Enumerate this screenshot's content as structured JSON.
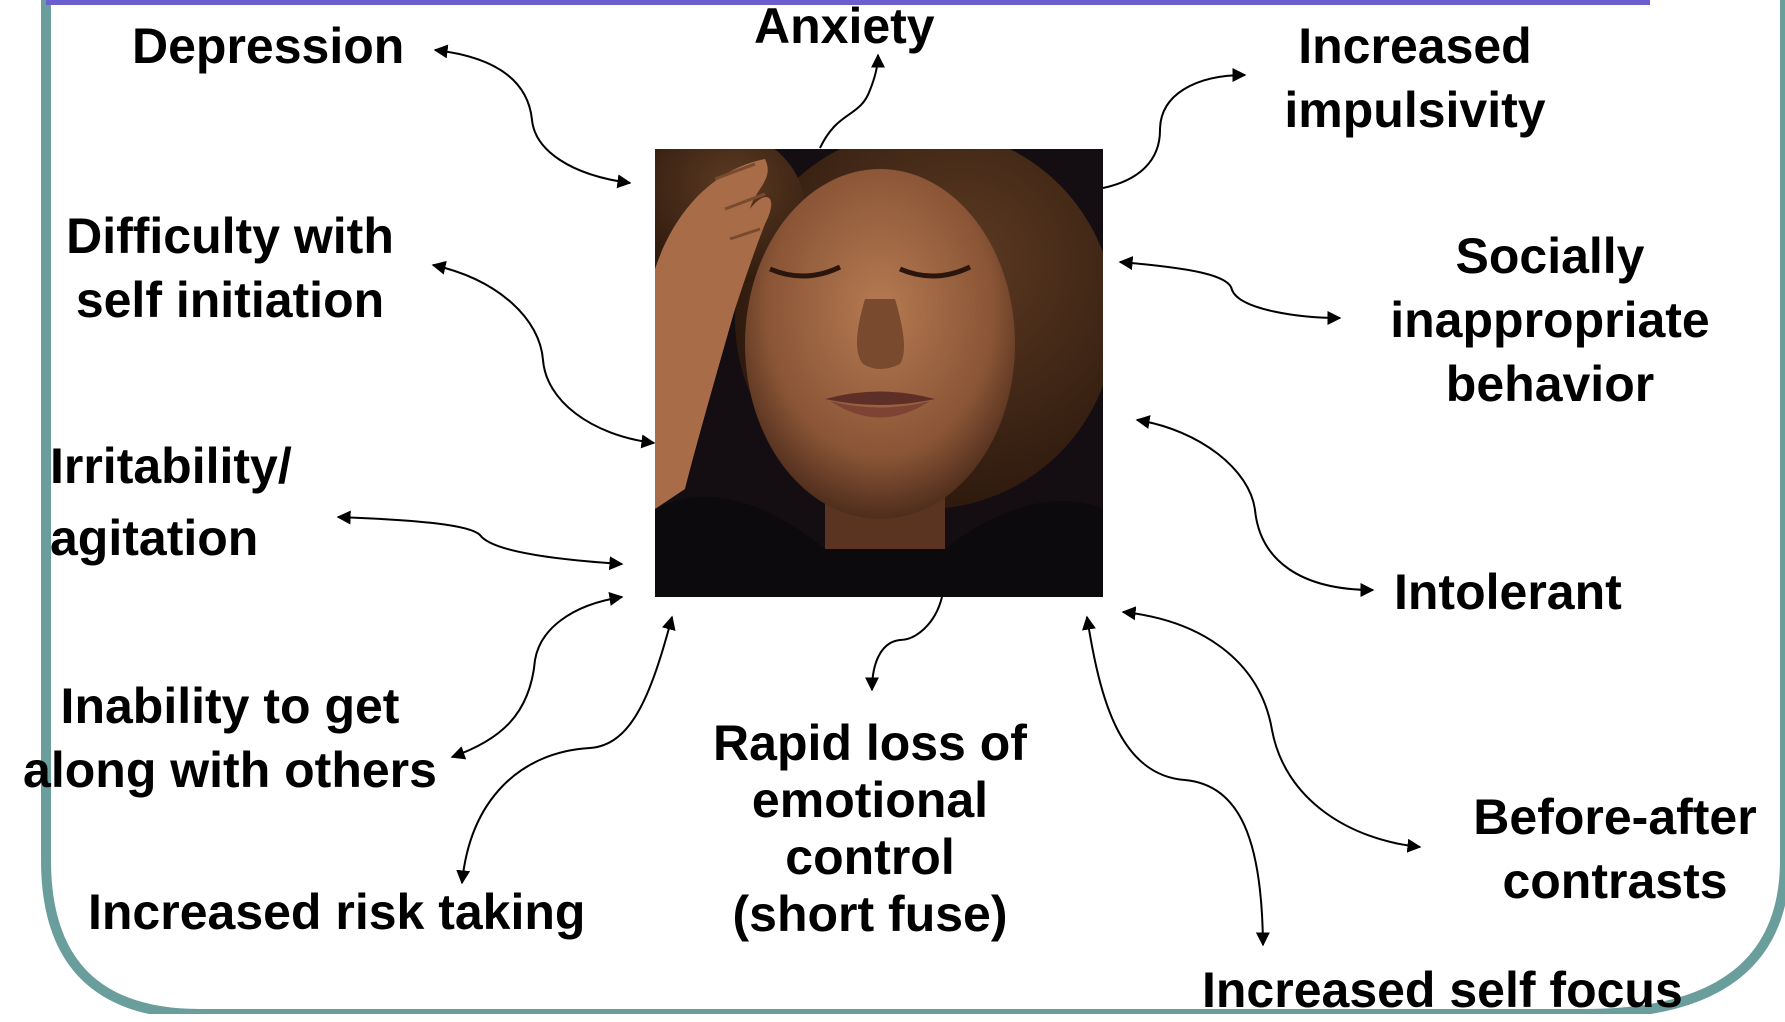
{
  "colors": {
    "frame": "#6a9e9c",
    "top_bar": "#6b5fcf",
    "arrow": "#000000",
    "text": "#000000"
  },
  "center_image": {
    "description_icon": "woman-headache-photo"
  },
  "labels": {
    "depression": "Depression",
    "anxiety": "Anxiety",
    "increased_impulsivity": "Increased\nimpulsivity",
    "difficulty_self_initiation": "Difficulty with\nself initiation",
    "socially_inappropriate": "Socially\ninappropriate\nbehavior",
    "irritability": "Irritability/\nagitation",
    "intolerant": "Intolerant",
    "inability_get_along": "Inability to get\nalong with others",
    "rapid_loss": "Rapid loss of\nemotional\ncontrol\n(short fuse)",
    "before_after": "Before-after\ncontrasts",
    "increased_risk": "Increased risk taking",
    "increased_self_focus": "Increased self focus"
  }
}
